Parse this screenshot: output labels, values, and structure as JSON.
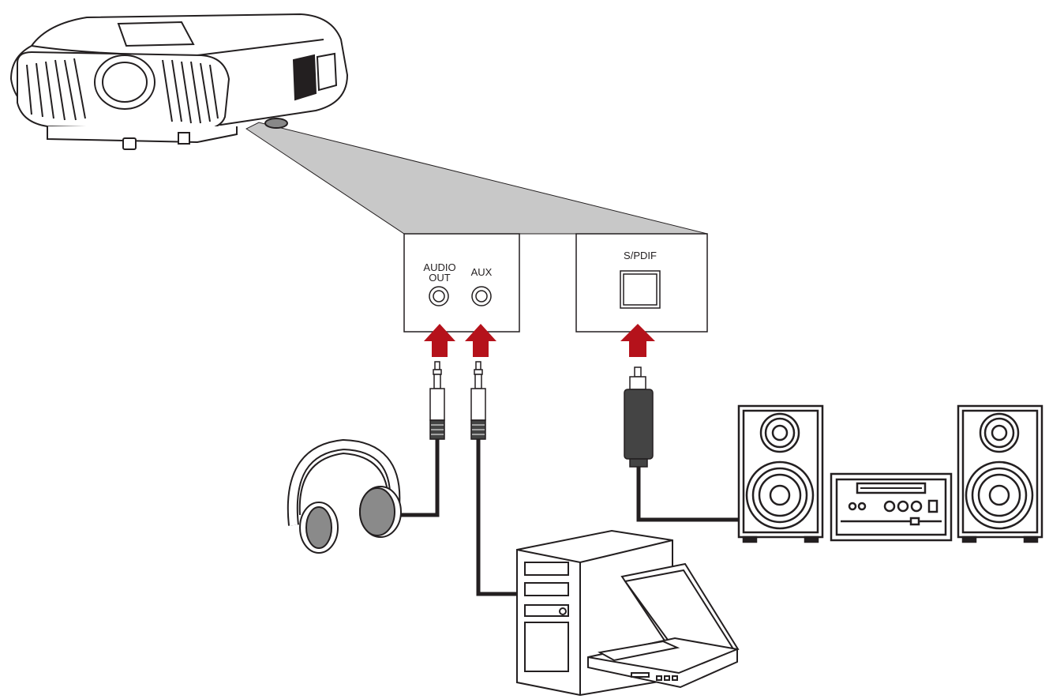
{
  "panel_left": {
    "audio_out_line1": "AUDIO",
    "audio_out_line2": "OUT",
    "aux_label": "AUX"
  },
  "panel_right": {
    "spdif_label": "S/PDIF"
  },
  "colors": {
    "arrow": "#b5121b",
    "callout": "#c8c8c8",
    "cable": "#231f20",
    "plug_body": "#444444",
    "earcup": "#8a8a8a"
  },
  "icons": [
    "projector-icon",
    "headphones-icon",
    "desktop-pc-icon",
    "laptop-icon",
    "speaker-icon",
    "stereo-receiver-icon",
    "audio-jack-icon",
    "optical-plug-icon",
    "arrow-up-icon"
  ]
}
